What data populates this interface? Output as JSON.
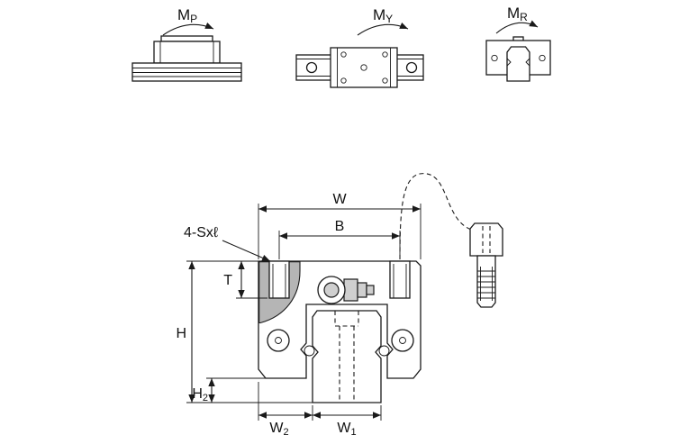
{
  "moments": {
    "mp": {
      "main": "M",
      "sub": "P"
    },
    "my": {
      "main": "M",
      "sub": "Y"
    },
    "mr": {
      "main": "M",
      "sub": "R"
    }
  },
  "dims": {
    "w": "W",
    "b": "B",
    "bolt_callout": "4-Sxℓ",
    "t": "T",
    "h": "H",
    "h2": {
      "main": "H",
      "sub": "2"
    },
    "w2": {
      "main": "W",
      "sub": "2"
    },
    "w1": {
      "main": "W",
      "sub": "1"
    }
  },
  "colors": {
    "line": "#1a1a1a",
    "section_highlight": "#b5b5b5",
    "component_fill": "#cfcfcf",
    "background": "#ffffff"
  }
}
